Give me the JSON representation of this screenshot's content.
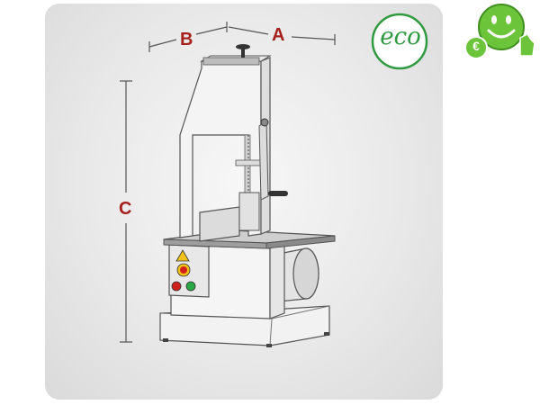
{
  "dimension_labels": {
    "a": "A",
    "b": "B",
    "c": "C"
  },
  "badges": {
    "eco_text": "eco",
    "euro_symbol": "€"
  },
  "icons": [
    "eco-badge-icon",
    "smiley-thumbs-up-euro-icon"
  ],
  "colors": {
    "dimension": "#a5201c",
    "eco_green": "#2f9a3f",
    "smiley_green": "#6cc43a"
  }
}
